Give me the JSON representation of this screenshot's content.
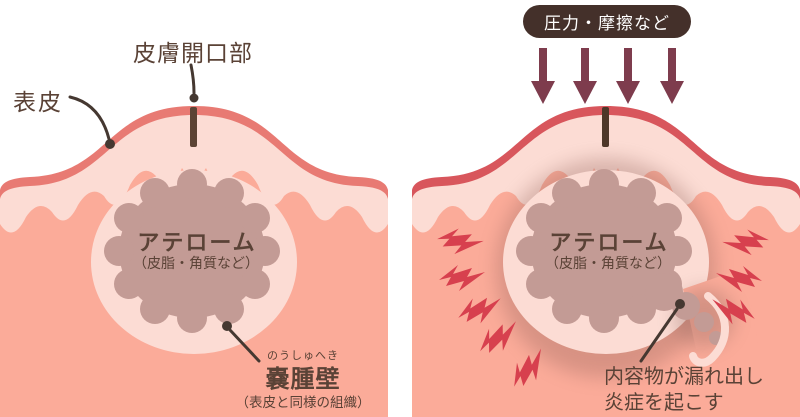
{
  "left": {
    "epidermis_label": "表皮",
    "opening_label": "皮膚開口部",
    "atheroma_title": "アテローム",
    "atheroma_sub": "（皮脂・角質など）",
    "wall_furigana": "のうしゅへき",
    "wall_label": "嚢腫壁",
    "wall_sub": "（表皮と同様の組織）"
  },
  "right": {
    "pressure_label": "圧力・摩擦など",
    "atheroma_title": "アテローム",
    "atheroma_sub": "（皮脂・角質など）",
    "leak_line1": "内容物が漏れ出し",
    "leak_line2": "炎症を起こす"
  },
  "colors": {
    "dermis": "#FBAB99",
    "epidermis": "#FCDCD4",
    "surface_left": "#E87A73",
    "surface_right_inflamed": "#D8565C",
    "cyst_wall": "#FCDCD4",
    "cyst_content": "#C39B95",
    "keratin_plug": "#5C4334",
    "keratin_plug_right": "#4E3729",
    "label_text": "#5A4236",
    "pointer_line": "#453831",
    "pressure_pill_bg": "#44302A",
    "pressure_pill_text": "#FFFFFF",
    "pressure_arrow": "#7E3C4D",
    "inflammation_bolt": "#D7404E"
  }
}
